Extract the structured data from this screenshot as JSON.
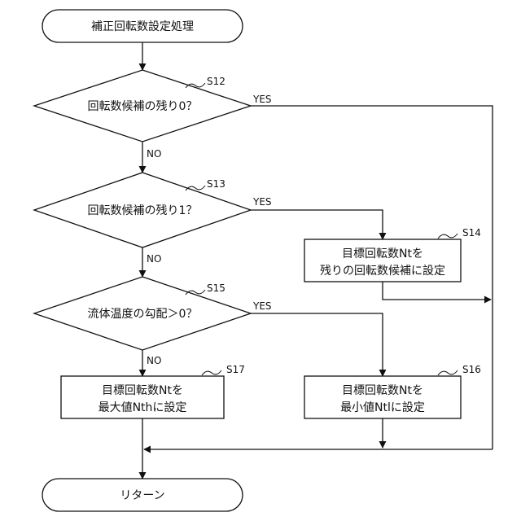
{
  "flowchart": {
    "start": "補正回転数設定処理",
    "end": "リターン",
    "decisions": [
      {
        "step": "S12",
        "text": "回転数候補の残り0？",
        "yes": "YES",
        "no": "NO"
      },
      {
        "step": "S13",
        "text": "回転数候補の残り1？",
        "yes": "YES",
        "no": "NO"
      },
      {
        "step": "S15",
        "text": "流体温度の勾配＞0？",
        "yes": "YES",
        "no": "NO"
      }
    ],
    "processes": {
      "s14": {
        "step": "S14",
        "line1": "目標回転数Ntを",
        "line2": "残りの回転数候補に設定"
      },
      "s16": {
        "step": "S16",
        "line1": "目標回転数Ntを",
        "line2": "最小値Ntlに設定"
      },
      "s17": {
        "step": "S17",
        "line1": "目標回転数Ntを",
        "line2": "最大値Nthに設定"
      }
    }
  }
}
